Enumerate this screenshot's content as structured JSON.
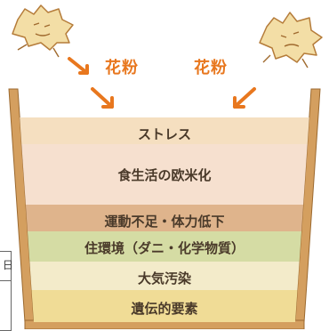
{
  "pollen": {
    "left_label": "花粉",
    "right_label": "花粉"
  },
  "layers": [
    {
      "label": "ストレス",
      "color": "#f5dfc0"
    },
    {
      "label": "食生活の欧米化",
      "color": "#f6e0cf"
    },
    {
      "label": "運動不足・体力低下",
      "color": "#dfb48c"
    },
    {
      "label": "住環境（ダニ・化学物質）",
      "color": "#d5dca4"
    },
    {
      "label": "大気汚染",
      "color": "#f3ebca"
    },
    {
      "label": "遺伝的要素",
      "color": "#f0dc96"
    }
  ],
  "side_box": {
    "text": "日"
  },
  "colors": {
    "wood": "#d49f5f",
    "wood_edge": "#9c6a30",
    "arrow": "#e8771e",
    "pollen_fill": "#f3dea6",
    "pollen_stroke": "#b57c3a"
  }
}
